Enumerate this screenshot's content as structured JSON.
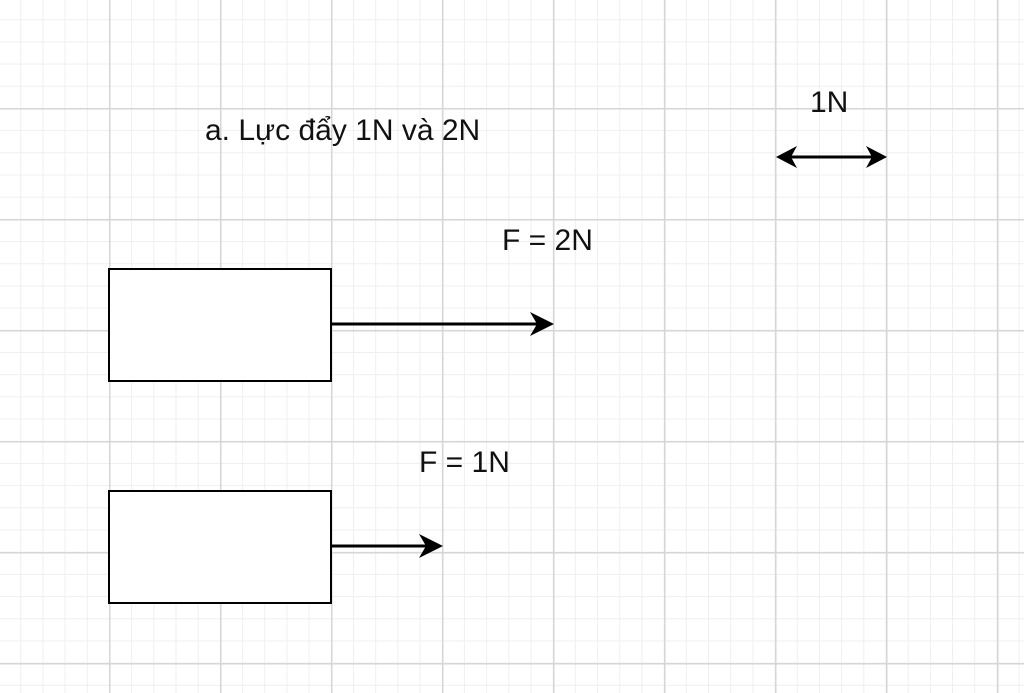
{
  "title": "a. Lực đẩy 1N và 2N",
  "scale": {
    "label": "1N",
    "value_newtons": 1
  },
  "forces": [
    {
      "label": "F = 2N",
      "magnitude_newtons": 2
    },
    {
      "label": "F = 1N",
      "magnitude_newtons": 1
    }
  ],
  "colors": {
    "stroke": "#000000",
    "grid_major": "#d6d6d6",
    "grid_minor": "#efefef",
    "background": "#ffffff"
  }
}
